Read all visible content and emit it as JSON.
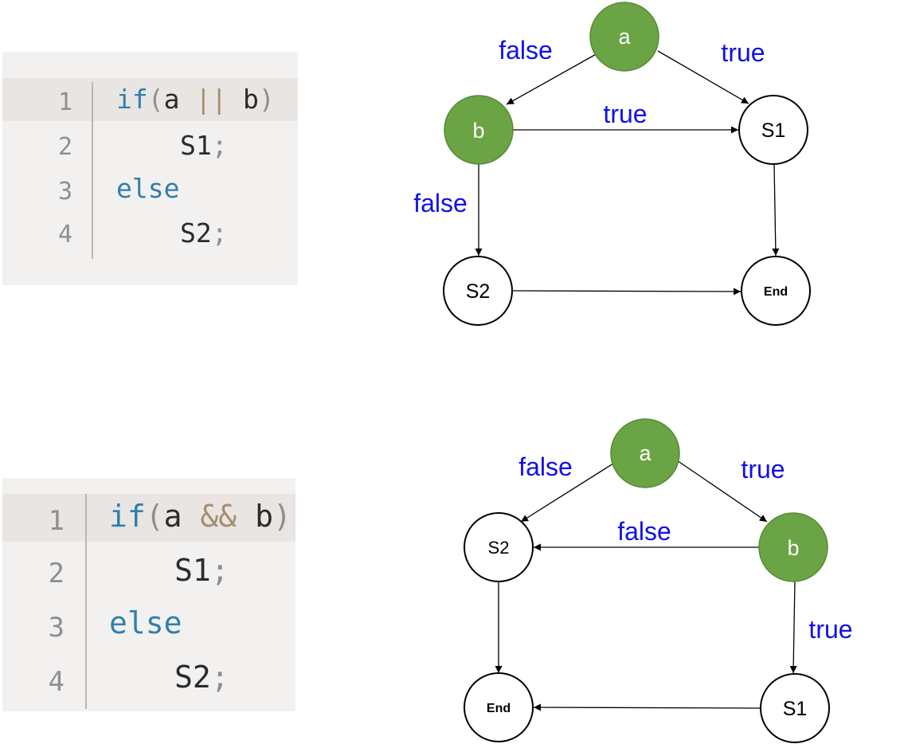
{
  "code_or": {
    "line_numbers": [
      "1",
      "2",
      "3",
      "4"
    ],
    "line1": {
      "kw": "if",
      "open": "(",
      "a": "a ",
      "op": "||",
      "b": " b",
      "close": ")"
    },
    "line2": {
      "stmt": "S1",
      "semi": ";"
    },
    "line3": {
      "kw": "else"
    },
    "line4": {
      "stmt": "S2",
      "semi": ";"
    }
  },
  "code_and": {
    "line_numbers": [
      "1",
      "2",
      "3",
      "4"
    ],
    "line1": {
      "kw": "if",
      "open": "(",
      "a": "a ",
      "op": "&&",
      "b": " b",
      "close": ")"
    },
    "line2": {
      "stmt": "S1",
      "semi": ";"
    },
    "line3": {
      "kw": "else"
    },
    "line4": {
      "stmt": "S2",
      "semi": ";"
    }
  },
  "graph_or": {
    "nodes": {
      "a": "a",
      "b": "b",
      "s1": "S1",
      "s2": "S2",
      "end": "End"
    },
    "edges": {
      "a_b": "false",
      "a_s1": "true",
      "b_s1": "true",
      "b_s2": "false"
    }
  },
  "graph_and": {
    "nodes": {
      "a": "a",
      "b": "b",
      "s1": "S1",
      "s2": "S2",
      "end": "End"
    },
    "edges": {
      "a_s2": "false",
      "a_b": "true",
      "b_s2": "false",
      "b_s1": "true"
    }
  },
  "colors": {
    "condition_node_fill": "#6aa444",
    "condition_node_stroke": "#578a36",
    "edge_label": "#1010e8",
    "keyword": "#2f7fae"
  }
}
